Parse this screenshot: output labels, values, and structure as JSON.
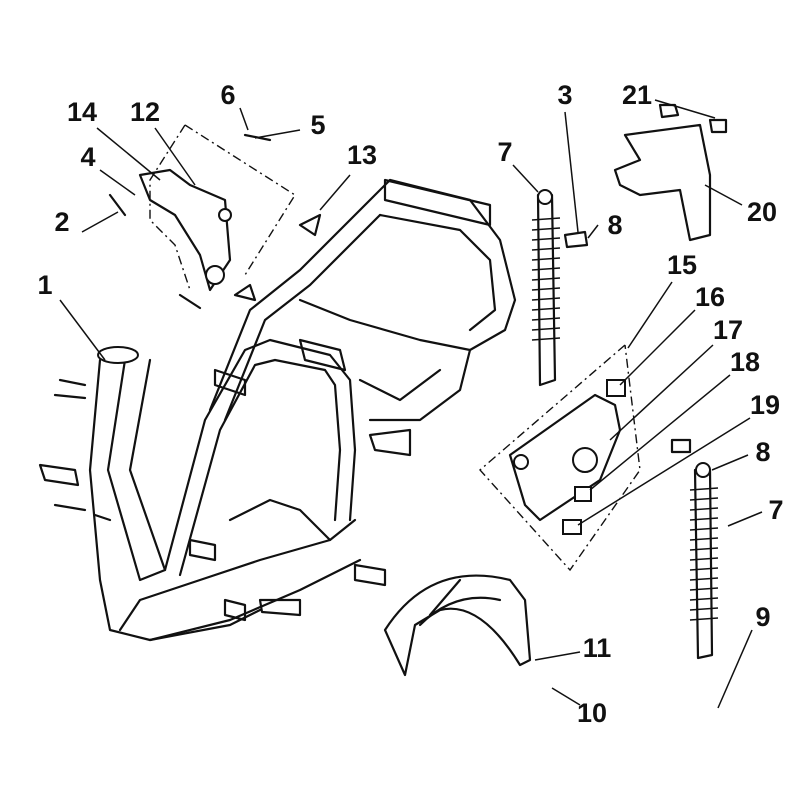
{
  "diagram": {
    "type": "exploded parts diagram",
    "callouts": [
      "1",
      "2",
      "3",
      "4",
      "5",
      "6",
      "7",
      "8",
      "9",
      "10",
      "11",
      "12",
      "13",
      "14",
      "15",
      "16",
      "17",
      "18",
      "19",
      "20",
      "21",
      "8",
      "7"
    ]
  }
}
